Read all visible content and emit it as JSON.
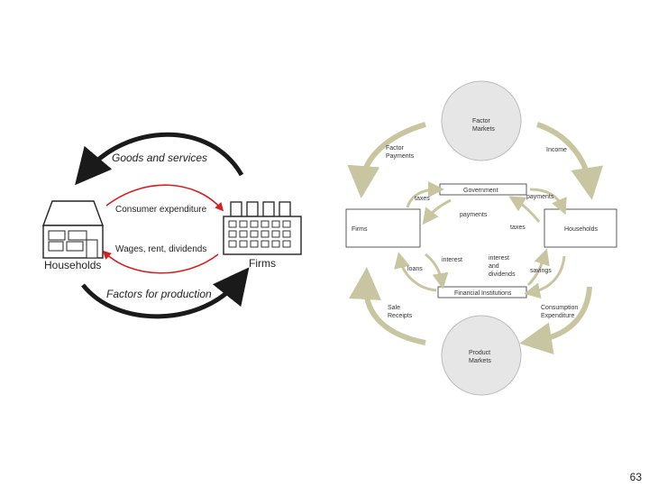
{
  "left": {
    "goods_and_services": "Goods and services",
    "consumer_expenditure": "Consumer expenditure",
    "wages_rent_dividends": "Wages, rent, dividends",
    "factors_for_production": "Factors for production",
    "households": "Households",
    "firms": "Firms"
  },
  "right": {
    "factor_markets_1": "Factor",
    "factor_markets_2": "Markets",
    "product_markets_1": "Product",
    "product_markets_2": "Markets",
    "factor_payments_1": "Factor",
    "factor_payments_2": "Payments",
    "income": "Income",
    "government": "Government",
    "taxes_left": "taxes",
    "payments_right": "payments",
    "payments_mid": "payments",
    "taxes_right": "taxes",
    "firms": "Firms",
    "households": "Households",
    "interest": "interest",
    "interest_div_1": "interest",
    "interest_div_2": "and",
    "interest_div_3": "dividends",
    "loans": "loans",
    "savings": "savings",
    "financial_institutions": "Financial Institutions",
    "sale_receipts_1": "Sale",
    "sale_receipts_2": "Receipts",
    "consumption_expenditure_1": "Consumption",
    "consumption_expenditure_2": "Expenditure"
  },
  "colors": {
    "black_arrow": "#1a1a1a",
    "red_arrow": "#d42020",
    "olive_arrow": "#c8c6a0",
    "circle_fill": "#e6e6e6"
  },
  "page_number": "63"
}
